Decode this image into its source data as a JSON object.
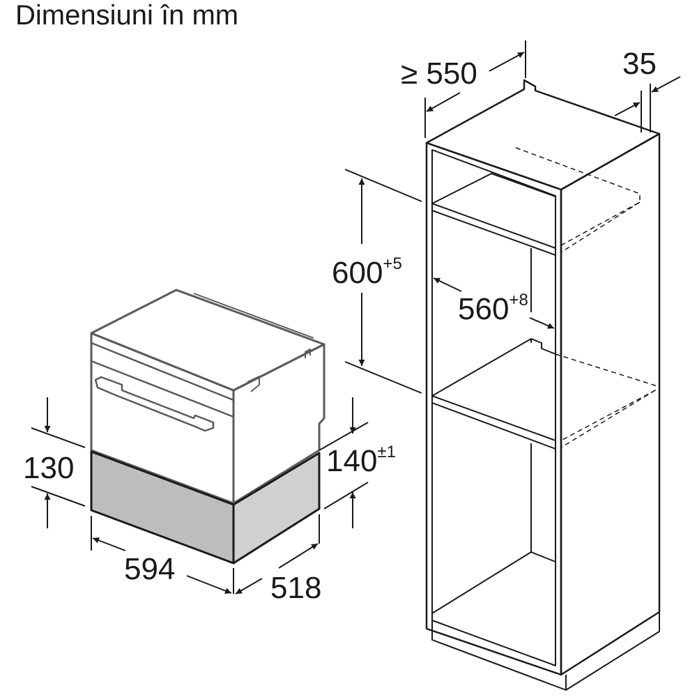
{
  "title": "Dimensiuni în mm",
  "colors": {
    "line": "#1a1a1a",
    "device_outline": "#5a5a5a",
    "drawer_front": "#bdbdbd",
    "drawer_side": "#d0d0d0"
  },
  "dimensions": {
    "cabinet_width": {
      "prefix": "≥ ",
      "value": "550"
    },
    "side_gap": {
      "value": "35"
    },
    "niche_height": {
      "value": "600",
      "tolerance": "+5"
    },
    "niche_width": {
      "value": "560",
      "tolerance": "+8"
    },
    "drawer_height": {
      "value": "130"
    },
    "niche_drawer_height": {
      "value": "140",
      "tolerance": "±1"
    },
    "drawer_width": {
      "value": "594"
    },
    "drawer_depth": {
      "value": "518"
    }
  }
}
